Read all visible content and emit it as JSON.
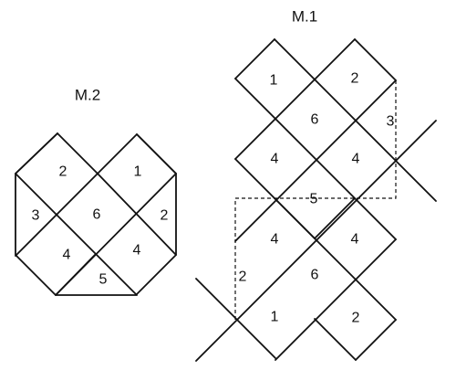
{
  "figures": {
    "m2": {
      "title": "M.2",
      "labels": {
        "top_left": "2",
        "top_right": "1",
        "left": "3",
        "center": "6",
        "right": "2",
        "bottom_left": "4",
        "bottom_right": "4",
        "bottom": "5"
      }
    },
    "m1": {
      "title": "M.1",
      "labels": {
        "a": "1",
        "b": "2",
        "c": "6",
        "d": "3",
        "e": "4",
        "f": "4",
        "g": "5",
        "h": "4",
        "i": "4",
        "j": "2",
        "k": "6",
        "l": "1",
        "m": "2"
      }
    }
  }
}
